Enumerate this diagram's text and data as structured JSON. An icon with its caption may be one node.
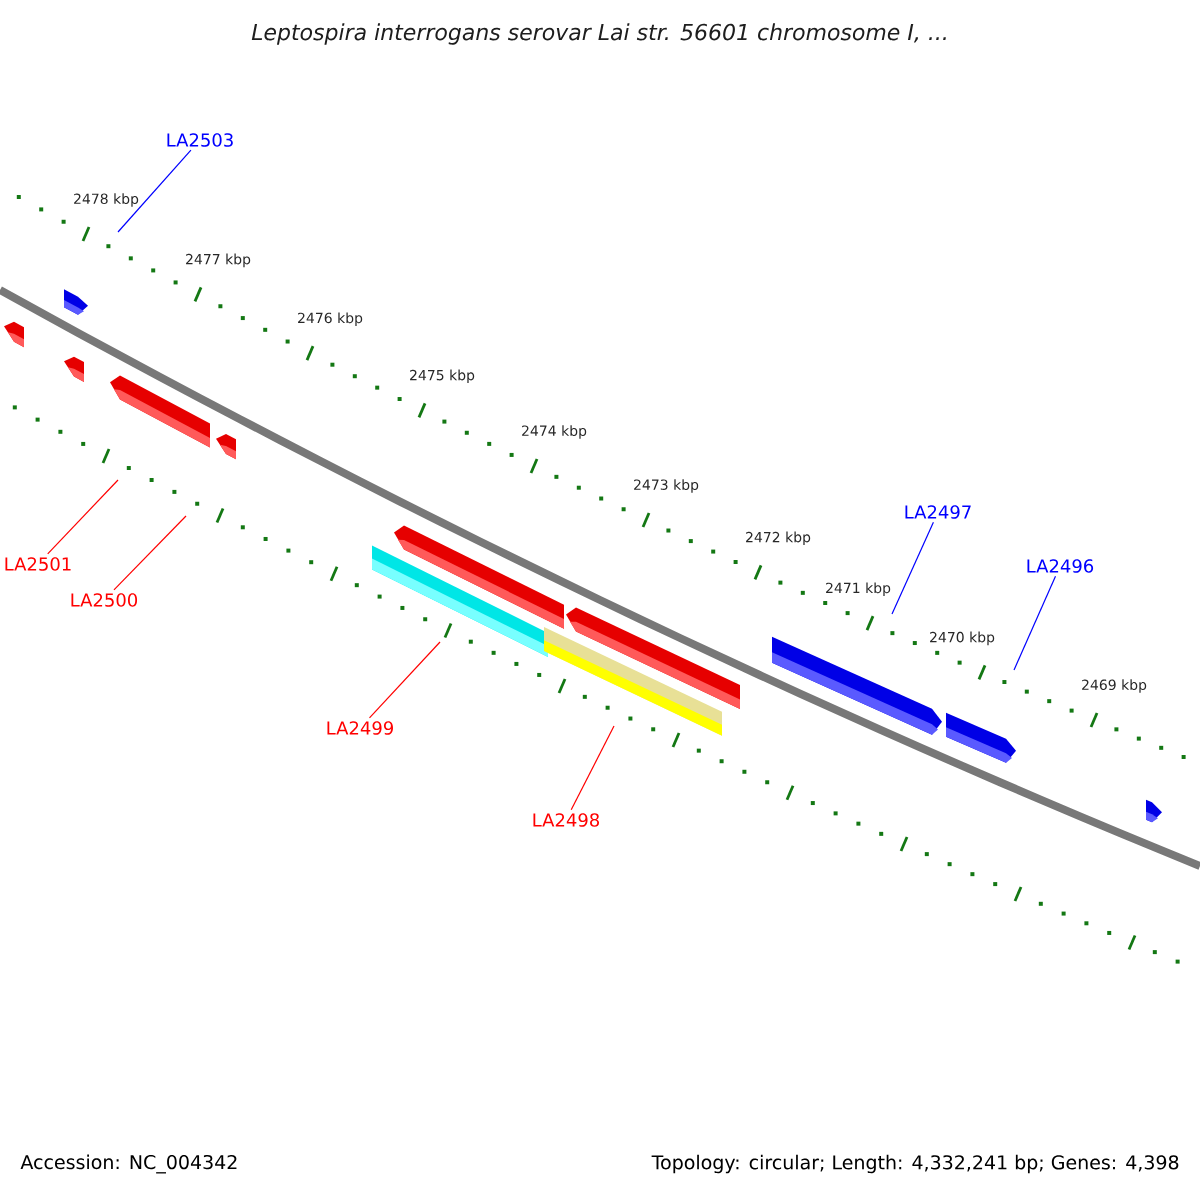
{
  "diagram": {
    "title": "Leptospira interrogans serovar Lai str. 56601 chromosome I, ...",
    "nodes": [
      {
        "text": [
          "LA2503"
        ]
      },
      {
        "text": [
          "LA2501"
        ]
      },
      {
        "text": [
          "LA2500"
        ]
      },
      {
        "text": [
          "LA2499"
        ]
      },
      {
        "text": [
          "LA2498"
        ]
      },
      {
        "text": [
          "LA2497"
        ]
      },
      {
        "text": [
          "LA2496"
        ]
      }
    ],
    "edges": [
      {
        "from": 0,
        "to": null,
        "arrow": "none",
        "color": "#0000ff"
      },
      {
        "from": 1,
        "to": null,
        "arrow": "none"
      },
      {
        "from": 2,
        "to": null,
        "arrow": "none"
      },
      {
        "from": 3,
        "to": null,
        "arrow": "none"
      },
      {
        "from": 4,
        "to": null,
        "arrow": "none"
      },
      {
        "from": 5,
        "to": null,
        "arrow": "none",
        "color": "#0000ff"
      },
      {
        "from": 6,
        "to": null,
        "arrow": "none",
        "color": "#0000ff"
      }
    ],
    "labels": [
      "2478 kbp",
      "2477 kbp",
      "2476 kbp",
      "2475 kbp",
      "2474 kbp",
      "2473 kbp",
      "2472 kbp",
      "2471 kbp",
      "2470 kbp",
      "2469 kbp",
      "Accession: NC_004342",
      "Topology: circular; Length: 4,332,241 bp; Genes: 4,398"
    ]
  }
}
